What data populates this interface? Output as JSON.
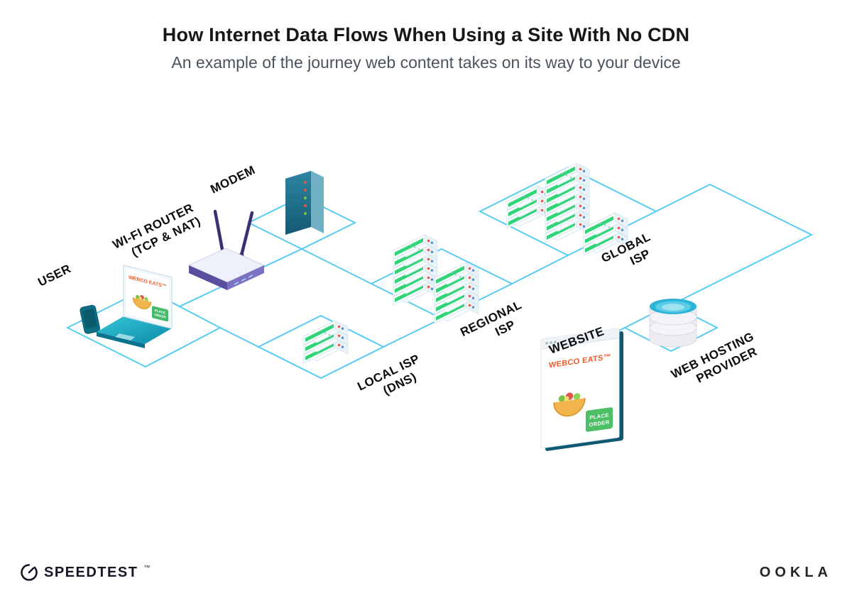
{
  "header": {
    "title": "How Internet Data Flows When Using a Site With No CDN",
    "subtitle": "An example of the journey web content takes on its way to your device"
  },
  "labels": {
    "user": "USER",
    "wifi_router_line1": "WI-FI ROUTER",
    "wifi_router_line2": "(TCP & NAT)",
    "modem": "MODEM",
    "local_isp_line1": "LOCAL ISP",
    "local_isp_line2": "(DNS)",
    "regional_isp_line1": "REGIONAL",
    "regional_isp_line2": "ISP",
    "global_isp_line1": "GLOBAL",
    "global_isp_line2": "ISP",
    "website": "WEBSITE",
    "web_hosting_line1": "WEB HOSTING",
    "web_hosting_line2": "PROVIDER"
  },
  "laptop_screen": {
    "brand": "WEBCO EATS™",
    "button_line1": "PLACE",
    "button_line2": "ORDER"
  },
  "website_window": {
    "brand": "WEBCO EATS™",
    "button_line1": "PLACE",
    "button_line2": "ORDER"
  },
  "footer": {
    "speedtest": "SPEEDTEST",
    "speedtest_tm": "™",
    "ookla": "OOKLA"
  },
  "colors": {
    "line": "#56ccf2",
    "server_green": "#2fd576",
    "brand_orange": "#f0592a",
    "ink": "#111111"
  }
}
